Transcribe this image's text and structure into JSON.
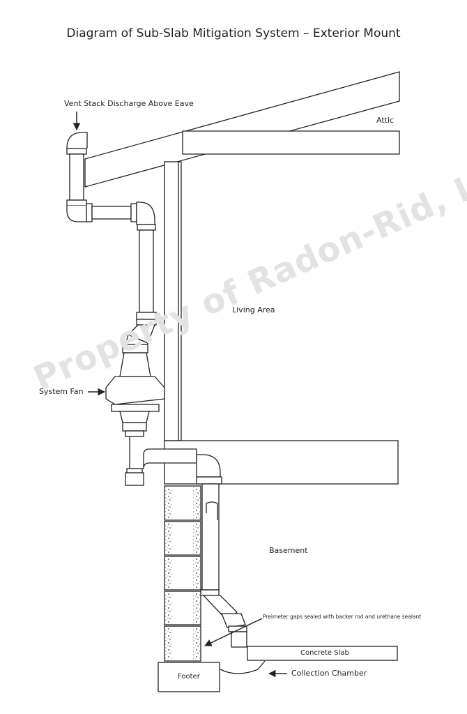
{
  "title": "Diagram of Sub-Slab Mitigation System – Exterior Mount",
  "watermark": "Property of Radon-Rid, LLC",
  "labels": {
    "vent_stack": "Vent Stack Discharge Above Eave",
    "attic": "Attic",
    "living_area": "Living Area",
    "system_fan": "System Fan",
    "basement": "Basement",
    "perimeter_gaps": "Preimeter gaps sealed with backer rod and urethane sealant",
    "concrete_slab": "Concrete Slab",
    "collection_chamber": "Collection Chamber",
    "footer": "Footer"
  }
}
